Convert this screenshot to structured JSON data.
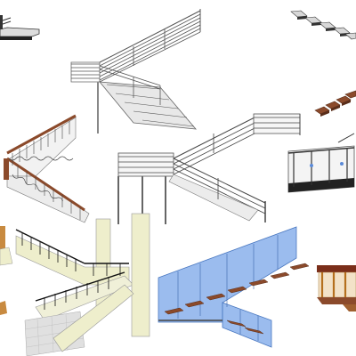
{
  "gallery": {
    "items": [
      {
        "name": "partial-stair-top-left"
      },
      {
        "name": "steel-stair-railing-top-center"
      },
      {
        "name": "floating-stair-top-right"
      },
      {
        "name": "wood-tread-stair-right"
      },
      {
        "name": "ornamental-wood-rail-stair-left"
      },
      {
        "name": "steel-landing-stair-center"
      },
      {
        "name": "glass-balcony-stair-right"
      },
      {
        "name": "black-rail-stair-lower-left"
      },
      {
        "name": "glass-rail-stair-lower-center"
      },
      {
        "name": "wood-frame-stair-lower-right"
      },
      {
        "name": "partial-wood-stair-left-edge"
      }
    ]
  },
  "colors": {
    "metal": "#555555",
    "metal_light": "#888888",
    "wood": "#8b4a2b",
    "wood_dark": "#5a2e1a",
    "concrete": "#eeeecc",
    "glass": "#7aa6e8",
    "black": "#111111",
    "tile": "#e0e0e0"
  }
}
